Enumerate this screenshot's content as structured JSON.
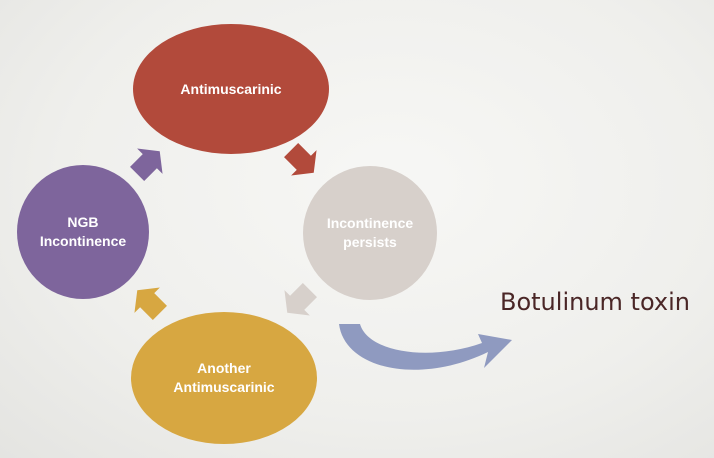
{
  "diagram": {
    "nodes": {
      "antimuscarinic": {
        "label": "Antimuscarinic",
        "color": "#b24a3b"
      },
      "persists": {
        "label": "Incontinence\npersists",
        "color": "#d7d0cb"
      },
      "another": {
        "label": "Another\nAntimuscarinic",
        "color": "#d7a741"
      },
      "ngb": {
        "label": "NGB\nIncontinence",
        "color": "#7e659c"
      }
    },
    "arrows": {
      "a_to_p": "#b24a3b",
      "p_to_another": "#d7d0cb",
      "another_to_ngb": "#d7a741",
      "ngb_to_a": "#7e659c",
      "branch": "#8f9ac0"
    },
    "outcome": {
      "label": "Botulinum toxin"
    }
  }
}
